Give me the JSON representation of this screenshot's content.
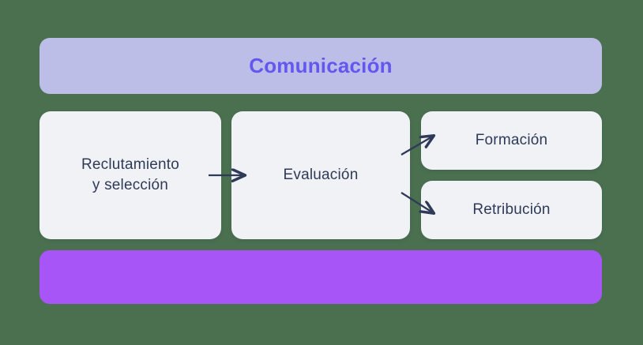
{
  "diagram": {
    "title": "Comunicación",
    "background_color": "#4a7050",
    "top_banner": {
      "label": "Comunicación",
      "fill_color": "#bdbee8",
      "text_color": "#6257ef"
    },
    "bottom_banner": {
      "label": "",
      "fill_color": "#a855f7",
      "text_color": "#a855f7"
    },
    "node_fill_color": "#f1f2f6",
    "node_text_color": "#2e3a58",
    "arrow_color": "#2e3a58",
    "nodes": [
      {
        "id": "recruit",
        "label": "Reclutamiento\ny selección"
      },
      {
        "id": "eval",
        "label": "Evaluación"
      },
      {
        "id": "training",
        "label": "Formación"
      },
      {
        "id": "pay",
        "label": "Retribución"
      }
    ],
    "connections": [
      {
        "from": "recruit",
        "to": "eval",
        "kind": "straight-arrow-right"
      },
      {
        "from": "eval",
        "to": "training",
        "kind": "diagonal-arrow-up-right"
      },
      {
        "from": "eval",
        "to": "pay",
        "kind": "diagonal-arrow-down-right"
      }
    ]
  }
}
